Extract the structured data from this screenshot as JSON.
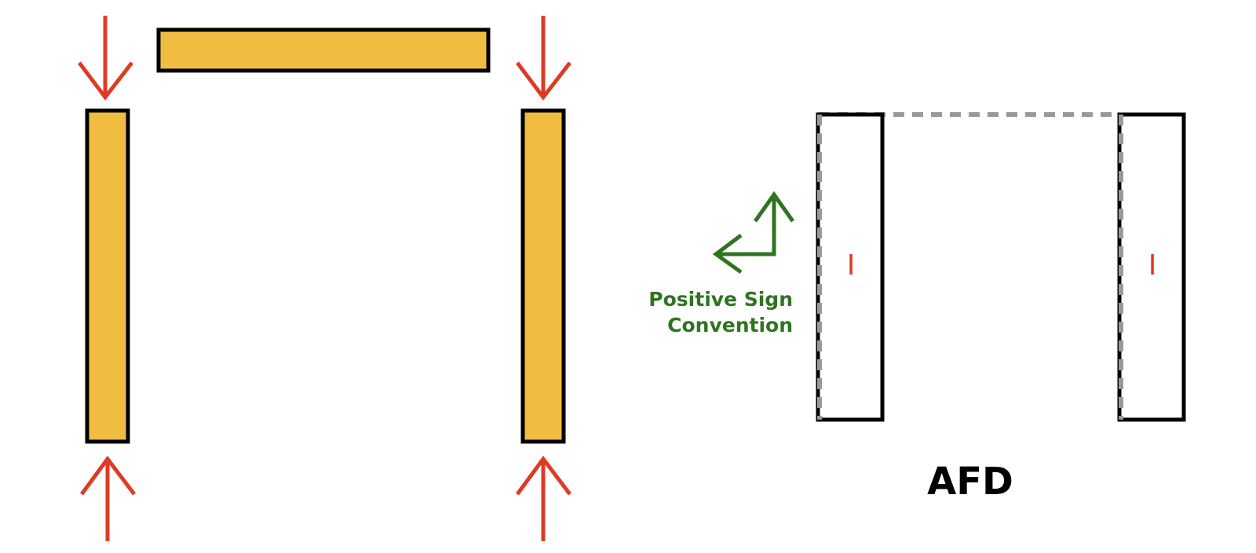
{
  "colors": {
    "member_fill": "#F0BD40",
    "load_arrow": "#DD3B26",
    "sign_convention": "#2F7420",
    "outline": "#000000",
    "deflected_dash": "#999999"
  },
  "labels": {
    "sign_convention_line1": "Positive Sign",
    "sign_convention_line2": "Convention",
    "title": "AFD",
    "left_column_axial": "I",
    "right_column_axial": "I"
  }
}
